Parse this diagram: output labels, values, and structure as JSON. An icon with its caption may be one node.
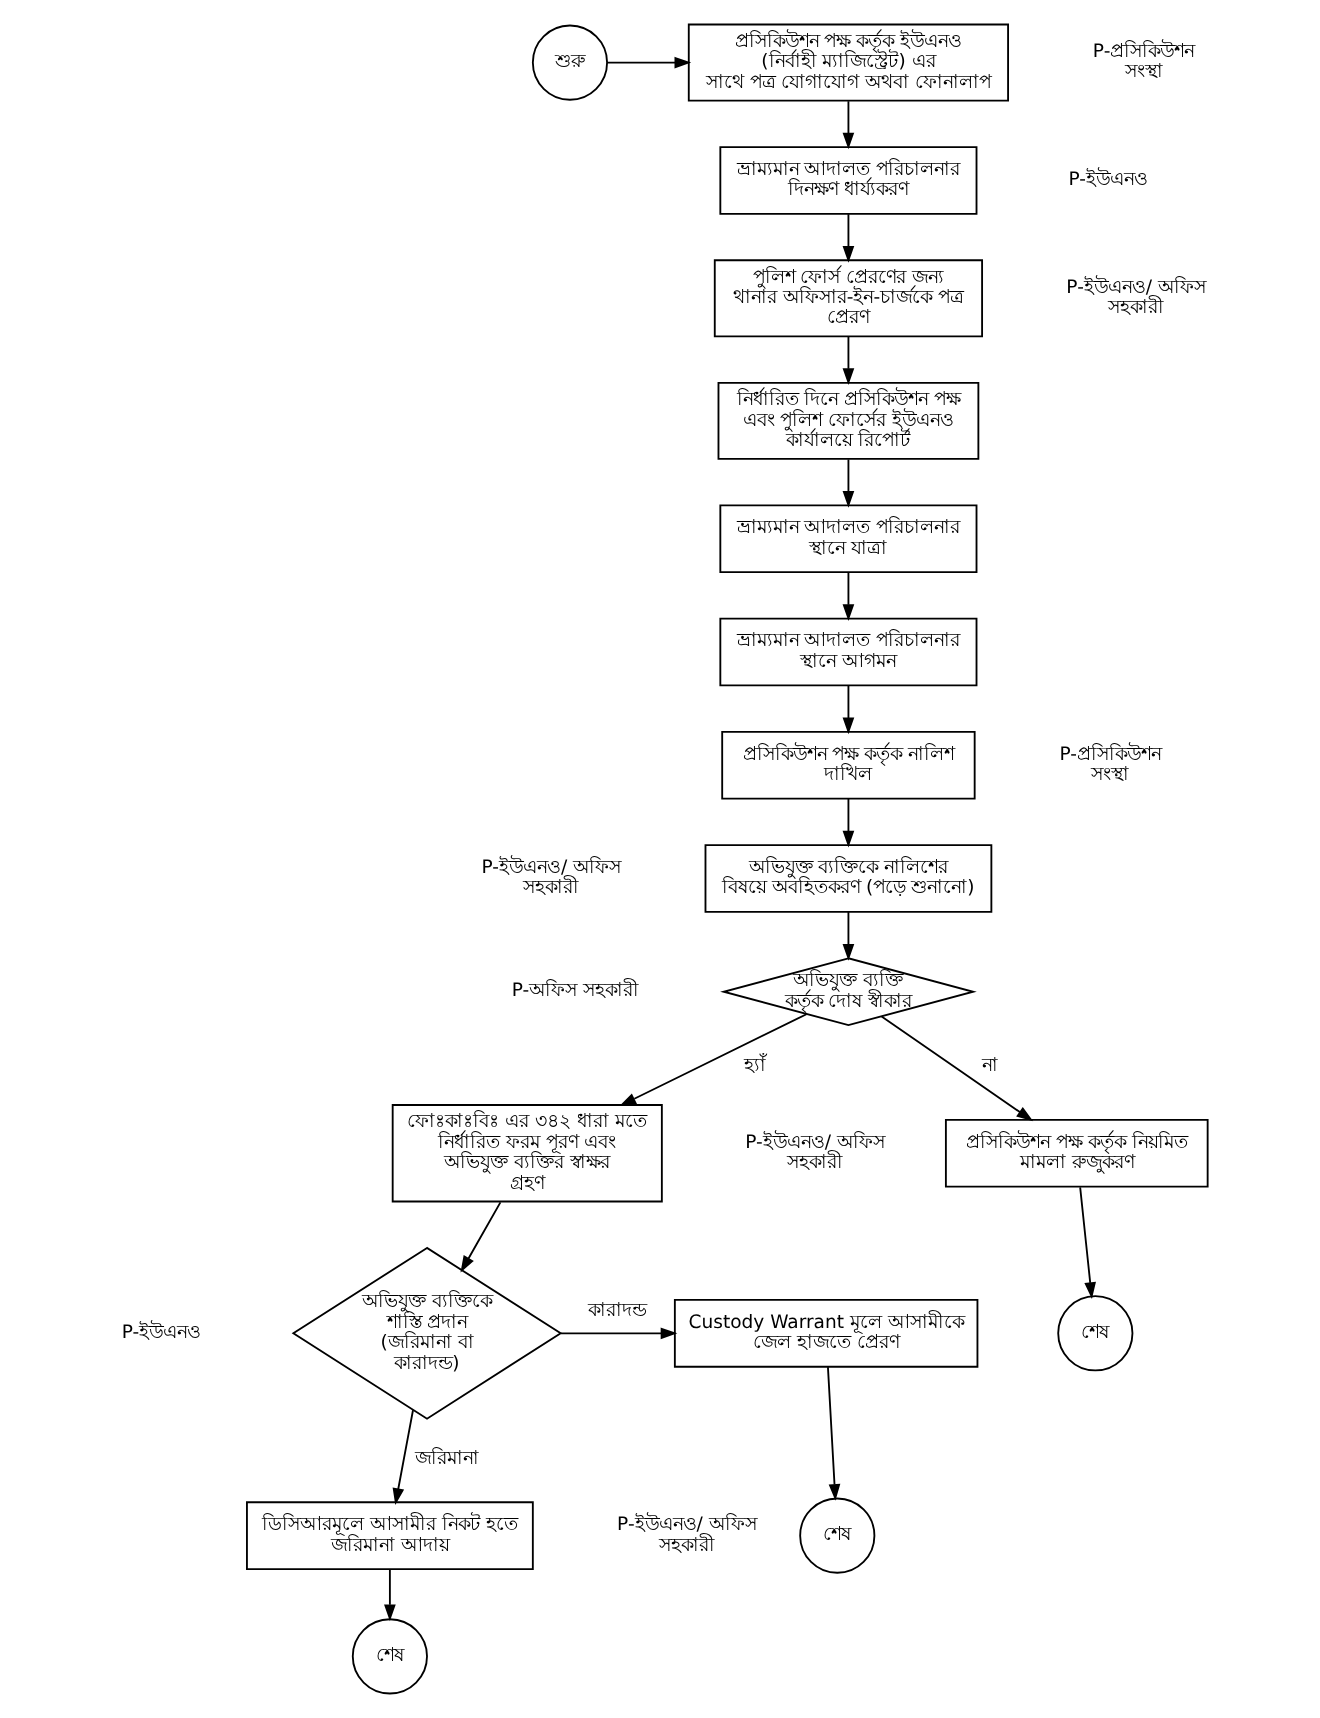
{
  "diagram": {
    "nodes": [
      {
        "text": [
          "শুরু"
        ]
      },
      {
        "text": [
          "প্রসিকিউশন পক্ষ কর্তৃক ইউএনও (নির্বাহী ম্যাজিস্ট্রেট) এর সাথে পত্র যোগাযোগ অথবা ফোনালাপ"
        ]
      },
      {
        "text": [
          "ভ্রাম্যমান আদালত পরিচালনার দিনক্ষণ ধার্য্যকরণ"
        ]
      },
      {
        "text": [
          "পুলিশ ফোর্স প্রেরণের জন্য থানার অফিসার-ইন-চার্জকে পত্র প্রেরণ"
        ]
      },
      {
        "text": [
          "নির্ধারিত দিনে প্রসিকিউশন পক্ষ এবং পুলিশ ফোর্সের ইউএনও কার্যালয়ে রিপোর্ট"
        ]
      },
      {
        "text": [
          "ভ্রাম্যমান আদালত পরিচালনার স্থানে যাত্রা"
        ]
      },
      {
        "text": [
          "ভ্রাম্যমান আদালত পরিচালনার স্থানে আগমন"
        ]
      },
      {
        "text": [
          "প্রসিকিউশন পক্ষ কর্তৃক নালিশ দাখিল"
        ]
      },
      {
        "text": [
          "অভিযুক্ত ব্যক্তিকে নালিশের বিষয়ে অবহিতকরণ (পড়ে শুনানো)"
        ]
      },
      {
        "text": [
          "অভিযুক্ত ব্যক্তি কর্তৃক দোষ স্বীকার"
        ]
      },
      {
        "text": [
          "ফোঃকাঃবিঃ এর ৩৪২ ধারা মতে নির্ধারিত ফরম পূরণ এবং অভিযুক্ত ব্যক্তির স্বাক্ষর গ্রহণ"
        ]
      },
      {
        "text": [
          "প্রসিকিউশন পক্ষ কর্তৃক নিয়মিত মামলা রুজুকরণ"
        ]
      },
      {
        "text": [
          "অভিযুক্ত ব্যক্তিকে শাস্তি প্রদান (জরিমানা বা কারাদন্ড)"
        ]
      },
      {
        "text": [
          "Custody Warrant মূলে আসামীকে জেল হাজতে প্রেরণ"
        ]
      },
      {
        "text": [
          "শেষ"
        ]
      },
      {
        "text": [
          "শেষ"
        ]
      },
      {
        "text": [
          "ডিসিআরমূলে আসামীর নিকট হতে জরিমানা আদায়"
        ]
      },
      {
        "text": [
          "শেষ"
        ]
      }
    ],
    "edges": [
      {
        "from": 0,
        "to": 1,
        "arrow": "to"
      },
      {
        "from": 1,
        "to": 2,
        "arrow": "to"
      },
      {
        "from": 2,
        "to": 3,
        "arrow": "to"
      },
      {
        "from": 3,
        "to": 4,
        "arrow": "to"
      },
      {
        "from": 4,
        "to": 5,
        "arrow": "to"
      },
      {
        "from": 5,
        "to": 6,
        "arrow": "to"
      },
      {
        "from": 6,
        "to": 7,
        "arrow": "to"
      },
      {
        "from": 7,
        "to": 8,
        "arrow": "to"
      },
      {
        "from": 8,
        "to": 9,
        "arrow": "to"
      },
      {
        "from": 9,
        "to": 10,
        "arrow": "to",
        "label": "হ্যাঁ"
      },
      {
        "from": 9,
        "to": 11,
        "arrow": "to",
        "label": "না"
      },
      {
        "from": 10,
        "to": 12,
        "arrow": "to"
      },
      {
        "from": 12,
        "to": 13,
        "arrow": "to",
        "label": "কারাদন্ড"
      },
      {
        "from": 12,
        "to": 16,
        "arrow": "to",
        "label": "জরিমানা"
      },
      {
        "from": 11,
        "to": 14,
        "arrow": "to"
      },
      {
        "from": 13,
        "to": 15,
        "arrow": "to"
      },
      {
        "from": 16,
        "to": 17,
        "arrow": "to"
      }
    ],
    "labels": [
      "P-প্রসিকিউশন সংস্থা",
      "P-ইউএনও",
      "P-ইউএনও/ অফিস সহকারী",
      "P-প্রসিকিউশন সংস্থা",
      "P-ইউএনও/ অফিস সহকারী",
      "P-অফিস সহকারী",
      "P-ইউএনও/ অফিস সহকারী",
      "P-ইউএনও",
      "P-ইউএনও/ অফিস সহকারী"
    ]
  }
}
